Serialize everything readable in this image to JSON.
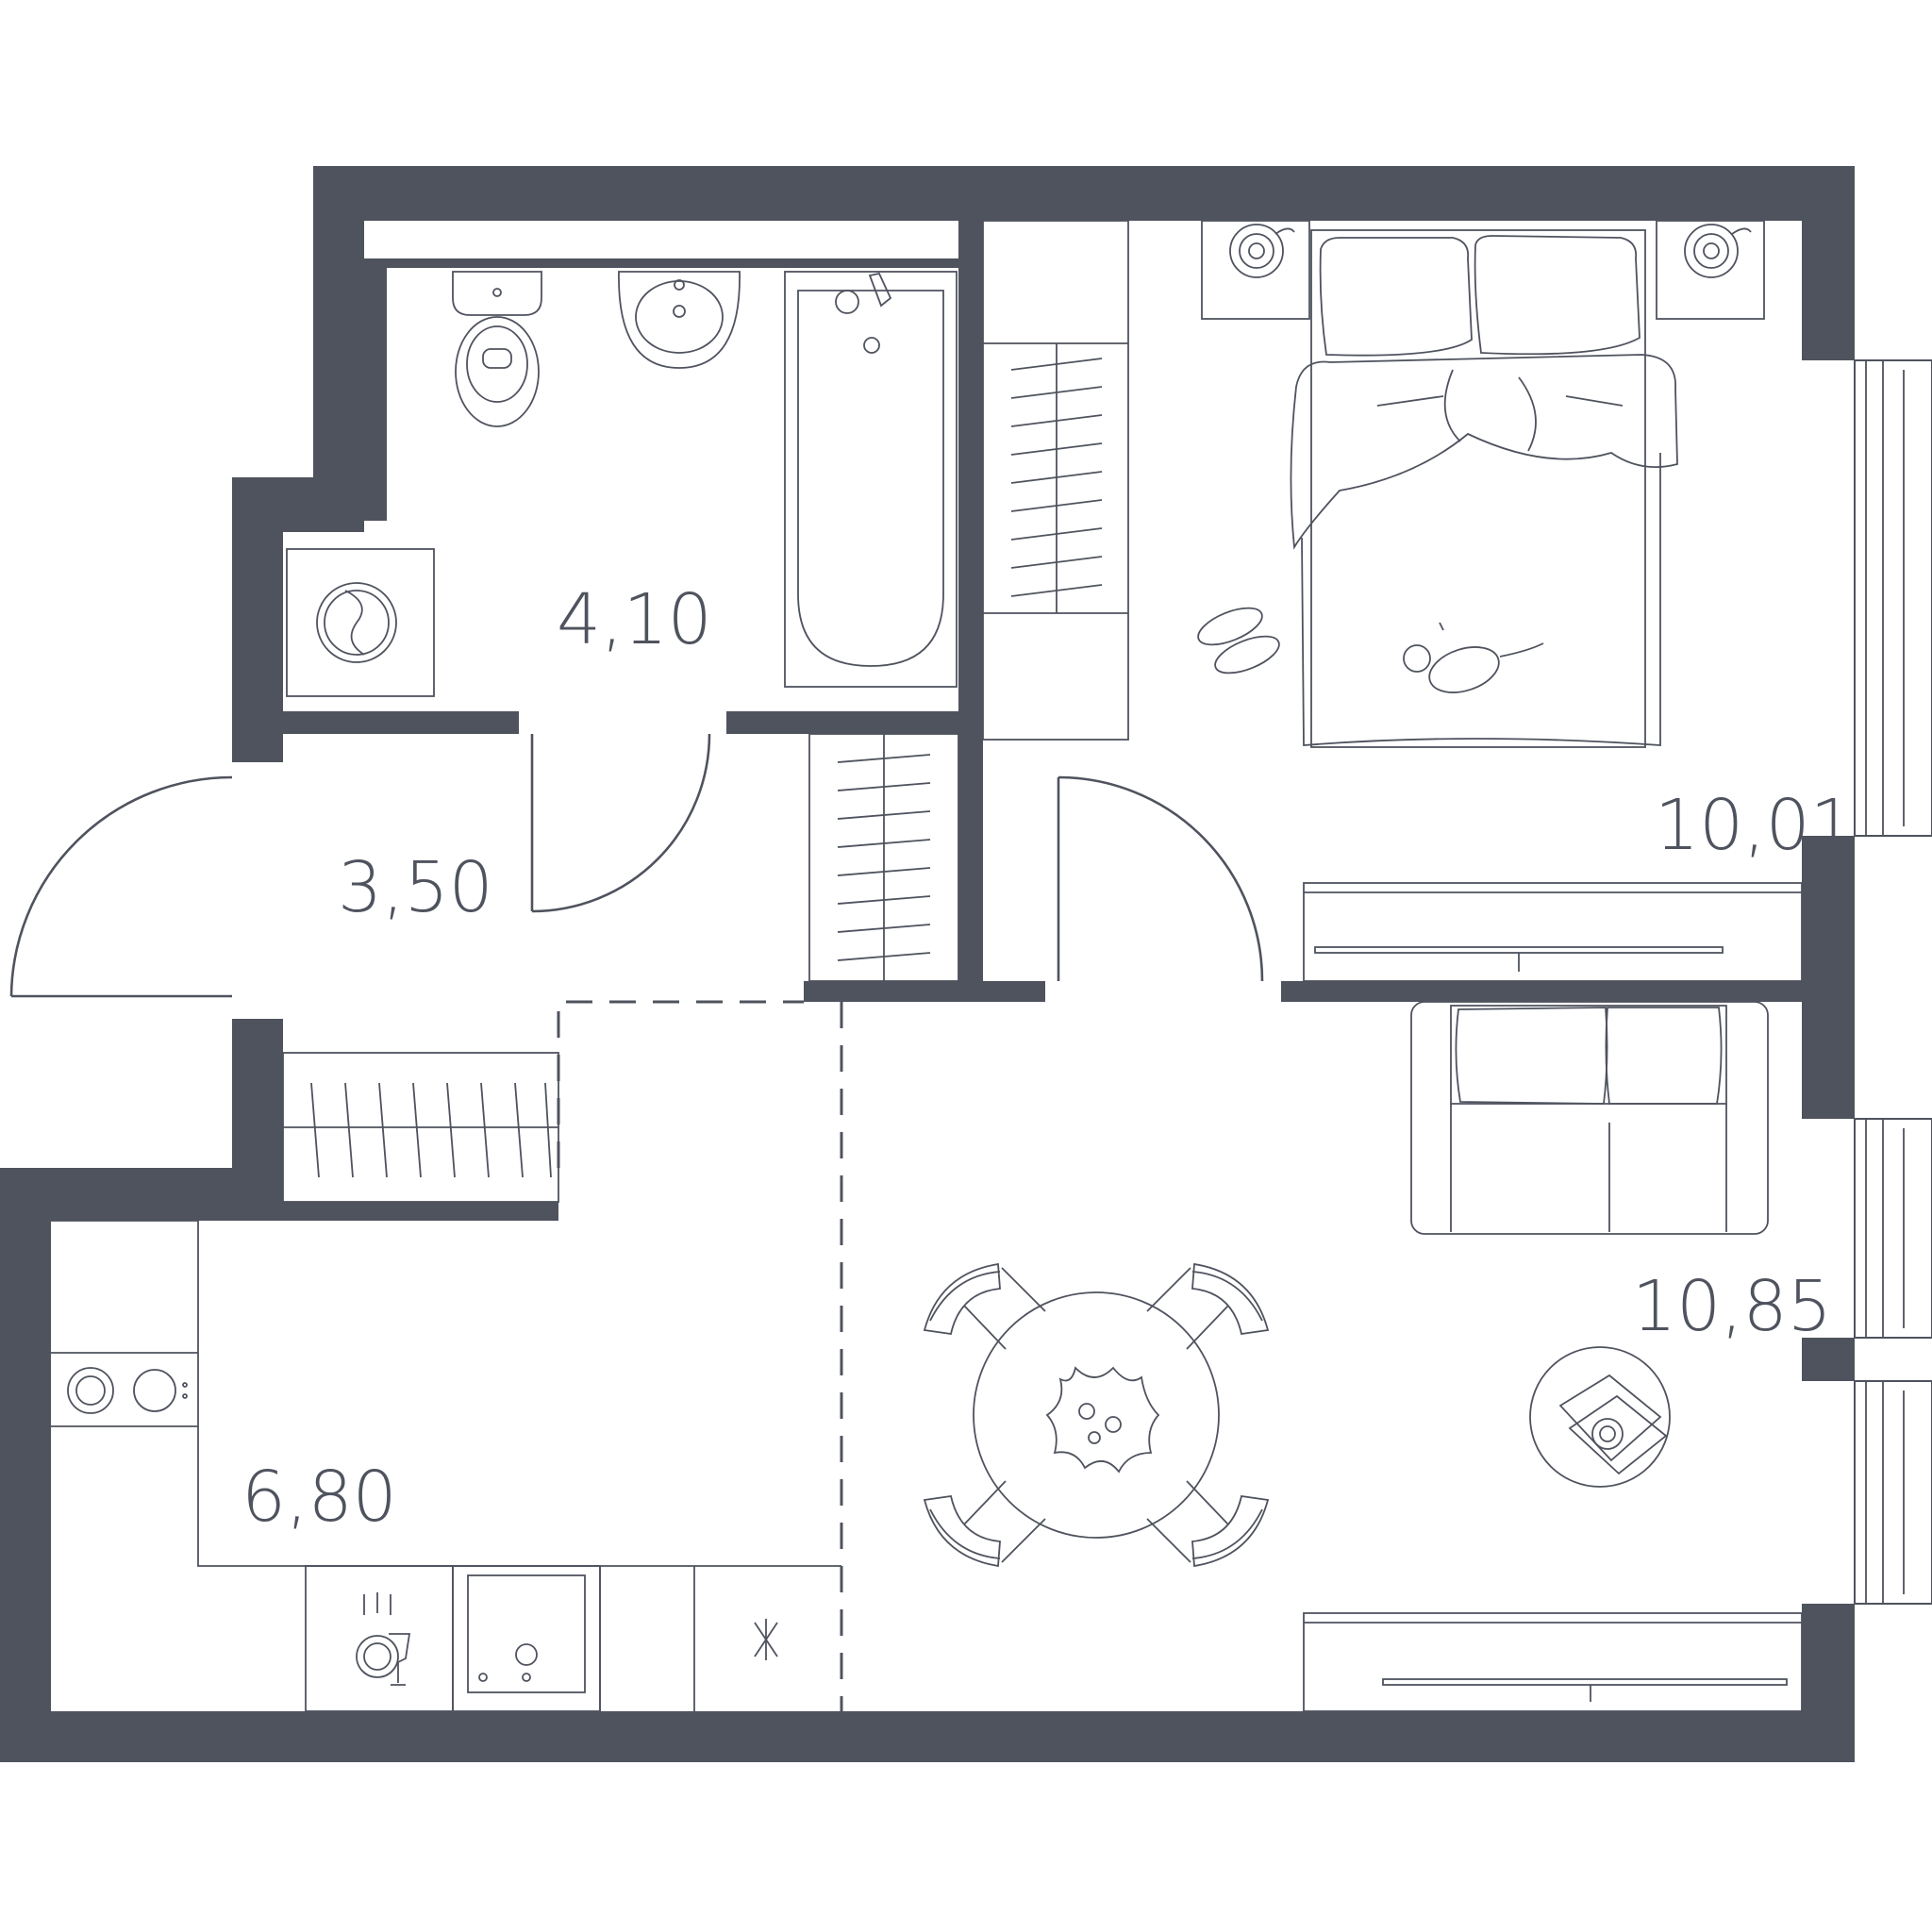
{
  "areas": {
    "bathroom": "4,10",
    "hallway": "3,50",
    "bedroom": "10,01",
    "living": "10,85",
    "kitchen": "6,80"
  },
  "colors": {
    "wall": "#4f535e",
    "background": "#ffffff"
  },
  "icons": [
    "washing-machine-icon",
    "toilet-icon",
    "sink-icon",
    "bathtub-icon",
    "wardrobe-icon",
    "bed-icon",
    "nightstand-lamp-icon",
    "slippers-icon",
    "cat-icon",
    "tv-stand-icon",
    "sofa-icon",
    "dining-table-icon",
    "chair-icon",
    "coffee-table-icon",
    "hob-icon",
    "dishwasher-icon",
    "oven-icon",
    "fridge-icon",
    "entry-door-icon",
    "interior-door-icon",
    "window-icon"
  ]
}
